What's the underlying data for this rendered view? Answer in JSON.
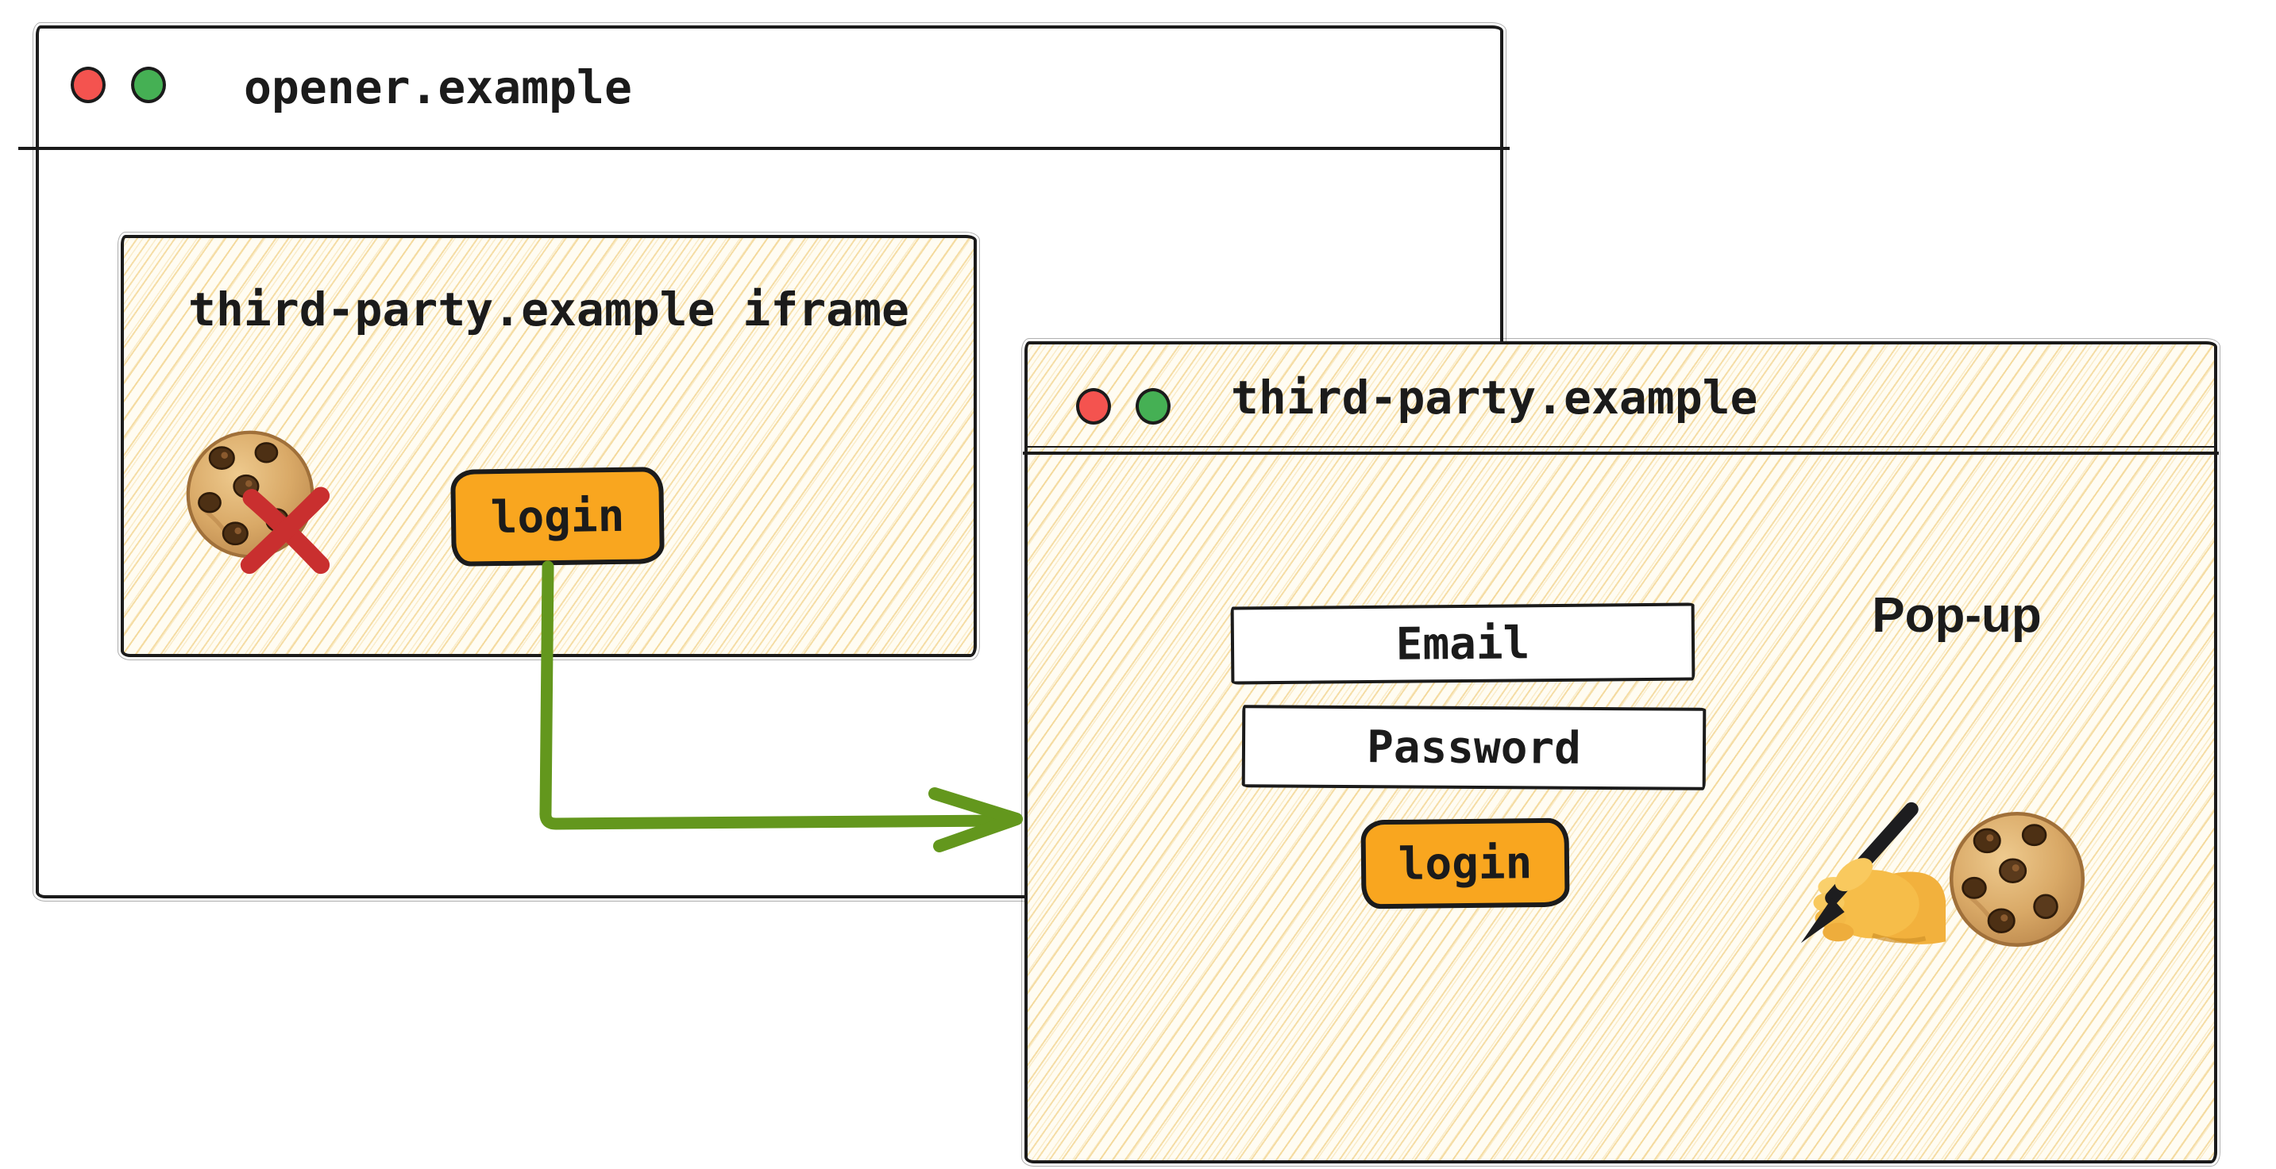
{
  "colors": {
    "ink": "#1b1b1b",
    "cream": "#fffcf2",
    "hachure_line": "#f2d38c",
    "accent_orange": "#f9a61f",
    "arrow_green": "#63971d",
    "cross_red": "#c92f2f",
    "traffic_red": "#f4534f",
    "traffic_green": "#45b054",
    "field_white": "#ffffff",
    "cookie_tan": "#d9a967",
    "chip_brown": "#4d3014"
  },
  "opener_window": {
    "title": "opener.example",
    "iframe": {
      "label": "third-party.example iframe",
      "login_button_label": "login"
    }
  },
  "popup_window": {
    "title": "third-party.example",
    "annotation": "Pop-up",
    "form": {
      "email_label": "Email",
      "password_label": "Password",
      "login_button_label": "login"
    }
  },
  "icons": {
    "traffic_light_red": "●",
    "traffic_light_green": "●",
    "cookie": "🍪",
    "blocked_cross": "✖",
    "writing_hand": "✍"
  }
}
